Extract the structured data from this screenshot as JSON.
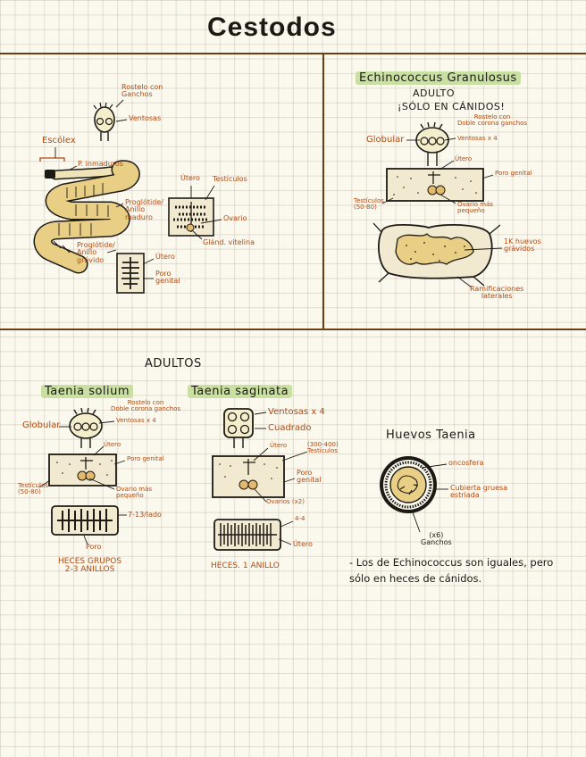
{
  "title": "Cestodos",
  "section_general": {
    "labels": {
      "rostelo": "Rostelo con\nGanchos",
      "ventosas": "Ventosas",
      "escolex": "Escólex",
      "proglotidos_inmaduros": "P. inmaduros",
      "proglotido_maduro": "Proglótide/\nAnillo\nmaduro",
      "proglotido_gravido": "Proglótide/\nAnillo\ngrávido",
      "utero_1": "Útero",
      "testiculos": "Testículos",
      "ovario": "Ovario",
      "glandula_vitelina": "Glánd. vitelina",
      "utero_2": "Útero",
      "poro_genital": "Poro\ngenital"
    }
  },
  "section_echinococcus": {
    "heading": "Echinococcus Granulosus",
    "subheading_1": "ADULTO",
    "subheading_2": "¡SÓLO EN CÁNIDOS!",
    "labels": {
      "rostelo": "Rostelo con\nDoble corona ganchos",
      "globular": "Globular",
      "ventosas": "Ventosas x 4",
      "utero": "Útero",
      "poro_genital": "Poro genital",
      "testiculos": "Testículos\n(50-80)",
      "ovario": "Ovario más\npequeño",
      "huevos": "1K huevos\ngrávidos",
      "ramificaciones": "Ramificaciones\nlaterales"
    }
  },
  "section_adultos": {
    "heading": "ADULTOS",
    "taenia_solium": {
      "heading": "Taenia solium",
      "labels": {
        "rostelo": "Rostelo con\nDoble corona ganchos",
        "globular": "Globular",
        "ventosas": "Ventosas x 4",
        "utero": "Útero",
        "poro_genital": "Poro genital",
        "testiculos": "Testículos\n(50-80)",
        "ovario": "Ovario más\npequeño",
        "ramas": "7-13/lado",
        "poro": "Poro"
      },
      "caption": "HECES GRUPOS\n2-3 ANILLOS"
    },
    "taenia_saginata": {
      "heading": "Taenia saginata",
      "labels": {
        "ventosas": "Ventosas x 4",
        "cuadrado": "Cuadrado",
        "utero": "Útero",
        "testiculos": "(300-400)\nTestículos",
        "poro_genital": "Poro\ngenital",
        "ovarios": "Ovarios (x2)",
        "ramas": "4-4",
        "utero_2": "Útero"
      },
      "caption": "HECES. 1 ANILLO"
    }
  },
  "section_huevos": {
    "heading": "Huevos Taenia",
    "labels": {
      "oncosfera": "oncosfera",
      "cubierta": "Cubierta gruesa\nestriada",
      "ganchos": "(x6)\nGanchos"
    }
  },
  "note": "- Los de Echinococcus son iguales, pero sólo en heces de cánidos."
}
